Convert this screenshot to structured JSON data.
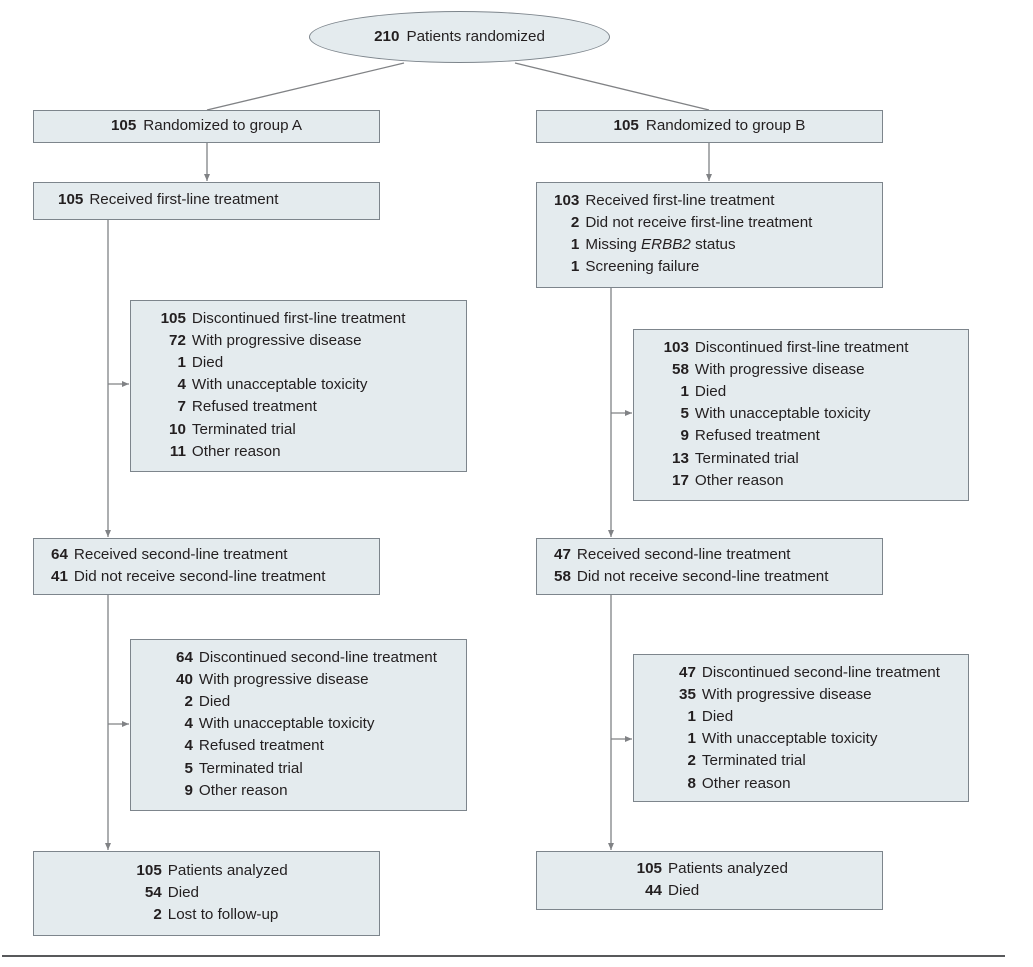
{
  "diagram": {
    "type": "consort-flow-diagram",
    "colors": {
      "box_fill": "#e4ebee",
      "box_border": "#7d858c",
      "connector": "#808285",
      "text": "#231f20",
      "rule": "#58595b"
    },
    "root": {
      "count": "210",
      "label": "Patients randomized"
    },
    "arms": [
      {
        "id": "group-a",
        "header": {
          "count": "105",
          "label": "Randomized to group A"
        },
        "first_line": {
          "rows": [
            {
              "count": "105",
              "label": "Received first-line treatment",
              "indent": 0
            }
          ]
        },
        "first_line_discontinued": {
          "rows": [
            {
              "count": "105",
              "label": "Discontinued first-line treatment",
              "indent": 0
            },
            {
              "count": "72",
              "label": "With progressive disease",
              "indent": 1
            },
            {
              "count": "1",
              "label": "Died",
              "indent": 1
            },
            {
              "count": "4",
              "label": "With unacceptable toxicity",
              "indent": 1
            },
            {
              "count": "7",
              "label": "Refused treatment",
              "indent": 1
            },
            {
              "count": "10",
              "label": "Terminated trial",
              "indent": 1
            },
            {
              "count": "11",
              "label": "Other reason",
              "indent": 1
            }
          ]
        },
        "second_line": {
          "rows": [
            {
              "count": "64",
              "label": "Received second-line treatment",
              "indent": 0
            },
            {
              "count": "41",
              "label": "Did not receive second-line treatment",
              "indent": 0
            }
          ]
        },
        "second_line_discontinued": {
          "rows": [
            {
              "count": "64",
              "label": "Discontinued second-line treatment",
              "indent": 0
            },
            {
              "count": "40",
              "label": "With progressive disease",
              "indent": 1
            },
            {
              "count": "2",
              "label": "Died",
              "indent": 1
            },
            {
              "count": "4",
              "label": "With unacceptable toxicity",
              "indent": 1
            },
            {
              "count": "4",
              "label": "Refused treatment",
              "indent": 1
            },
            {
              "count": "5",
              "label": "Terminated trial",
              "indent": 1
            },
            {
              "count": "9",
              "label": "Other reason",
              "indent": 1
            }
          ]
        },
        "analyzed": {
          "rows": [
            {
              "count": "105",
              "label": "Patients analyzed",
              "indent": 0
            },
            {
              "count": "54",
              "label": "Died",
              "indent": 1
            },
            {
              "count": "2",
              "label": "Lost to follow-up",
              "indent": 2
            }
          ]
        }
      },
      {
        "id": "group-b",
        "header": {
          "count": "105",
          "label": "Randomized to group B"
        },
        "first_line": {
          "rows": [
            {
              "count": "103",
              "label": "Received first-line treatment",
              "indent": 0
            },
            {
              "count": "2",
              "label": "Did not receive first-line treatment",
              "indent": 1
            },
            {
              "count": "1",
              "label": "Missing ERBB2 status",
              "indent": 1,
              "italic_word": "ERBB2"
            },
            {
              "count": "1",
              "label": "Screening failure",
              "indent": 1
            }
          ]
        },
        "first_line_discontinued": {
          "rows": [
            {
              "count": "103",
              "label": "Discontinued first-line treatment",
              "indent": 0
            },
            {
              "count": "58",
              "label": "With progressive disease",
              "indent": 1
            },
            {
              "count": "1",
              "label": "Died",
              "indent": 1
            },
            {
              "count": "5",
              "label": "With unacceptable toxicity",
              "indent": 1
            },
            {
              "count": "9",
              "label": "Refused treatment",
              "indent": 1
            },
            {
              "count": "13",
              "label": "Terminated trial",
              "indent": 1
            },
            {
              "count": "17",
              "label": "Other reason",
              "indent": 1
            }
          ]
        },
        "second_line": {
          "rows": [
            {
              "count": "47",
              "label": "Received second-line treatment",
              "indent": 0
            },
            {
              "count": "58",
              "label": "Did not receive second-line treatment",
              "indent": 0
            }
          ]
        },
        "second_line_discontinued": {
          "rows": [
            {
              "count": "47",
              "label": "Discontinued second-line treatment",
              "indent": 0
            },
            {
              "count": "35",
              "label": "With progressive disease",
              "indent": 1
            },
            {
              "count": "1",
              "label": "Died",
              "indent": 1
            },
            {
              "count": "1",
              "label": "With unacceptable toxicity",
              "indent": 1
            },
            {
              "count": "2",
              "label": "Terminated trial",
              "indent": 1
            },
            {
              "count": "8",
              "label": "Other reason",
              "indent": 1
            }
          ]
        },
        "analyzed": {
          "rows": [
            {
              "count": "105",
              "label": "Patients analyzed",
              "indent": 0
            },
            {
              "count": "44",
              "label": "Died",
              "indent": 1
            }
          ]
        }
      }
    ]
  }
}
